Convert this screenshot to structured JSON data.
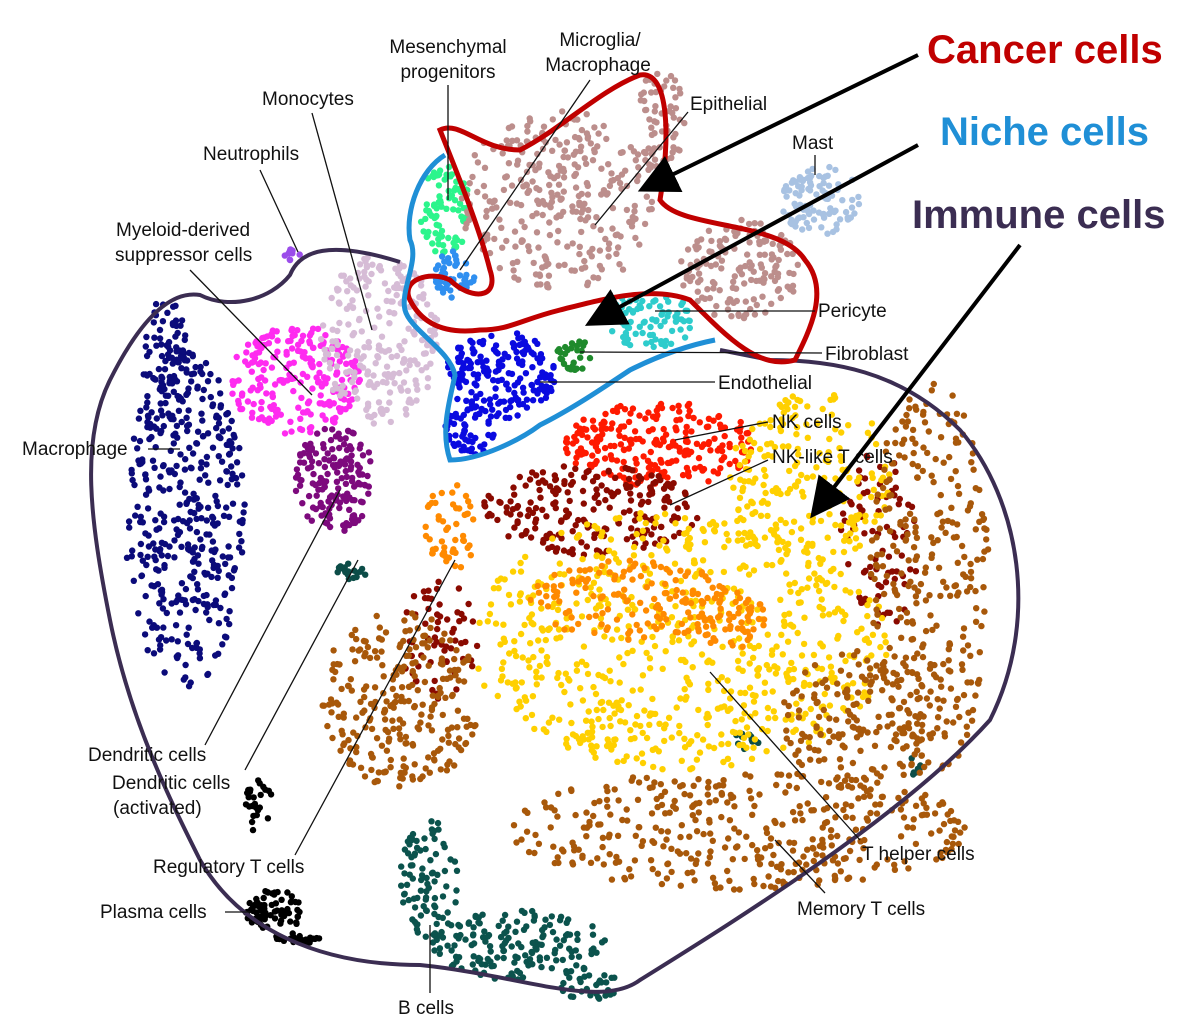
{
  "groups": {
    "cancer": {
      "label": "Cancer cells",
      "color": "#c00000"
    },
    "niche": {
      "label": "Niche cells",
      "color": "#1f8fd6"
    },
    "immune": {
      "label": "Immune cells",
      "color": "#3b2d52"
    }
  },
  "clusters": [
    {
      "label": "Macrophage",
      "color": "#0b0b7a"
    },
    {
      "label": "Myeloid-derived suppressor cells",
      "color": "#ff2bf0"
    },
    {
      "label": "Monocytes",
      "color": "#d6bcd6"
    },
    {
      "label": "Neutrophils",
      "color": "#9b4dea"
    },
    {
      "label": "Dendritic cells",
      "color": "#7d0a7d"
    },
    {
      "label": "Dendritic cells (activated)",
      "color": "#0c4d48"
    },
    {
      "label": "Mesenchymal progenitors",
      "color": "#2cf58c"
    },
    {
      "label": "Microglia/ Macrophage",
      "color": "#2f8ff0"
    },
    {
      "label": "Epithelial",
      "color": "#bc8e8c"
    },
    {
      "label": "Mast",
      "color": "#a8c2e2"
    },
    {
      "label": "Pericyte",
      "color": "#2ecccc"
    },
    {
      "label": "Fibroblast",
      "color": "#1f8a2c"
    },
    {
      "label": "Endothelial",
      "color": "#0a0ae0"
    },
    {
      "label": "NK cells",
      "color": "#ff1a00"
    },
    {
      "label": "NK-like T cells",
      "color": "#8a0a00"
    },
    {
      "label": "T helper cells",
      "color": "#ffd000"
    },
    {
      "label": "Regulatory T cells",
      "color": "#ff8a00"
    },
    {
      "label": "Memory T cells",
      "color": "#a8580a"
    },
    {
      "label": "B cells",
      "color": "#0b534d"
    },
    {
      "label": "Plasma cells",
      "color": "#000000"
    }
  ],
  "label_lines": {
    "mesenchymal": [
      "Mesenchymal",
      "progenitors"
    ],
    "microglia": [
      "Microglia/",
      "Macrophage"
    ],
    "mdsc": [
      "Myeloid-derived",
      "suppressor cells"
    ],
    "dc_act": [
      "Dendritic cells",
      "(activated)"
    ]
  }
}
